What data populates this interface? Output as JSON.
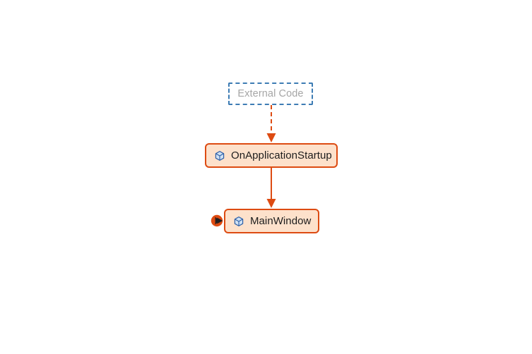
{
  "diagram": {
    "type": "code-map-call-stack",
    "background_color": "#ffffff",
    "accent_color": "#dd4b12",
    "node_fill_color": "#fde1cb",
    "external_border_color": "#3d7cb4",
    "external_text_color": "#a6a6a6",
    "icon_color": "#2d5fa8"
  },
  "nodes": [
    {
      "id": "external-code",
      "label": "External Code",
      "kind": "external",
      "icon": "none"
    },
    {
      "id": "onapplicationstartup",
      "label": "OnApplicationStartup",
      "kind": "method",
      "icon": "hexagon-method-icon"
    },
    {
      "id": "mainwindow",
      "label": "MainWindow",
      "kind": "method",
      "icon": "hexagon-method-icon"
    }
  ],
  "edges": [
    {
      "id": "edge-external-to-startup",
      "from": "external-code",
      "to": "onapplicationstartup",
      "style": "dashed",
      "color": "#dd4b12"
    },
    {
      "id": "edge-startup-to-mainwindow",
      "from": "onapplicationstartup",
      "to": "mainwindow",
      "style": "solid",
      "color": "#dd4b12"
    }
  ],
  "markers": [
    {
      "id": "current-frame",
      "attached_to": "mainwindow",
      "icon": "current-stack-frame-icon",
      "circle_color": "#dd4b12",
      "glyph_color": "#231f20"
    }
  ]
}
